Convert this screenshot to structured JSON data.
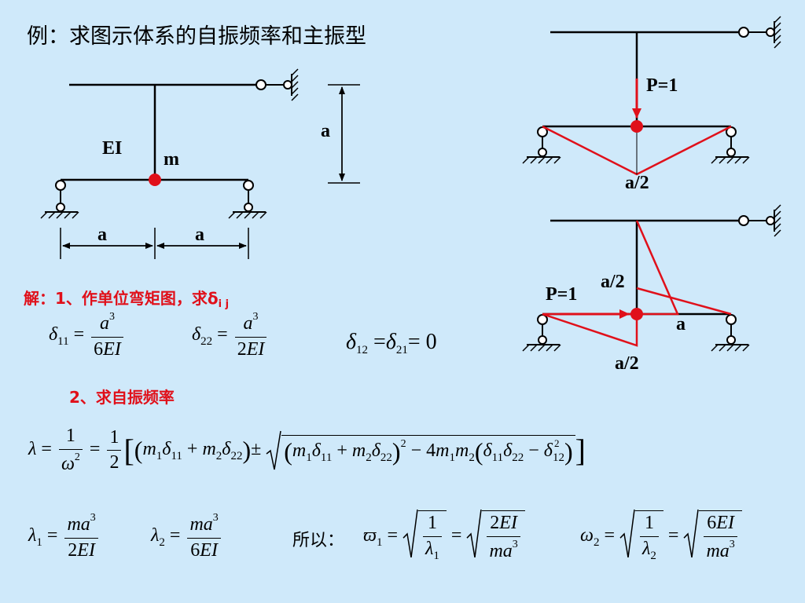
{
  "title": "例：求图示体系的自振频率和主振型",
  "figure_left": {
    "label_ei": "EI",
    "label_m": "m",
    "dim_a_left": "a",
    "dim_a_right": "a",
    "dim_height": "a"
  },
  "figure_top_right": {
    "load": "P=1",
    "moment": "a/2"
  },
  "figure_bottom_right": {
    "load": "P=1",
    "moment_top": "a/2",
    "moment_right": "a",
    "moment_bottom": "a/2"
  },
  "solution": {
    "step1_prefix": "解：1、作单位弯矩图，求δ",
    "step1_sub": "i j",
    "step2": "2、求自振频率",
    "so_text": "所以："
  },
  "colors": {
    "background": "#cfe9fa",
    "accent_red": "#e0101a"
  },
  "icon_names": [
    "hinge-support-icon",
    "roller-support-icon",
    "mass-point-icon"
  ]
}
